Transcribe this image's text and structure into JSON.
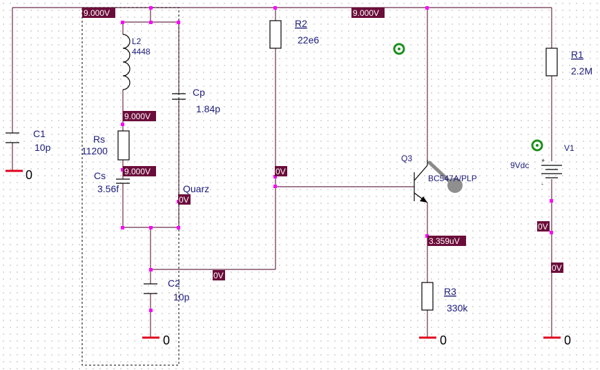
{
  "colors": {
    "wire": "#6b2a4a",
    "ground": "#e0001b",
    "junction": "#ff00ff",
    "label": "#1a1a7a",
    "voltage_badge": "#6b0d3a",
    "probe": "#1a8f1a"
  },
  "components": {
    "c1": {
      "ref": "C1",
      "value": "10p"
    },
    "l2": {
      "ref": "L2",
      "value": "4448"
    },
    "cp": {
      "ref": "Cp",
      "value": "1.84p"
    },
    "rs": {
      "ref": "Rs",
      "value": "11200"
    },
    "cs": {
      "ref": "Cs",
      "value": "3.56f"
    },
    "quartz": {
      "label": "Quarz"
    },
    "c2": {
      "ref": "C2",
      "value": "10p"
    },
    "r2": {
      "ref": "R2",
      "value": "22e6"
    },
    "q3": {
      "ref": "Q3",
      "value": "BC547A/PLP"
    },
    "r3": {
      "ref": "R3",
      "value": "330k"
    },
    "r1": {
      "ref": "R1",
      "value": "2.2M"
    },
    "v1": {
      "ref": "V1",
      "value": "9Vdc"
    }
  },
  "voltages": {
    "top_left": "9.000V",
    "top_right": "9.000V",
    "l2_bottom": "9.000V",
    "rs_bottom": "9.000V",
    "quartz_right": "0V",
    "base": "0V",
    "c2_node": "0V",
    "emitter": "3.359uV",
    "v1_minus": "0V",
    "v1_bottom": "0V"
  },
  "grounds": {
    "g1": "0",
    "g2": "0",
    "g3": "0",
    "g4": "0"
  }
}
